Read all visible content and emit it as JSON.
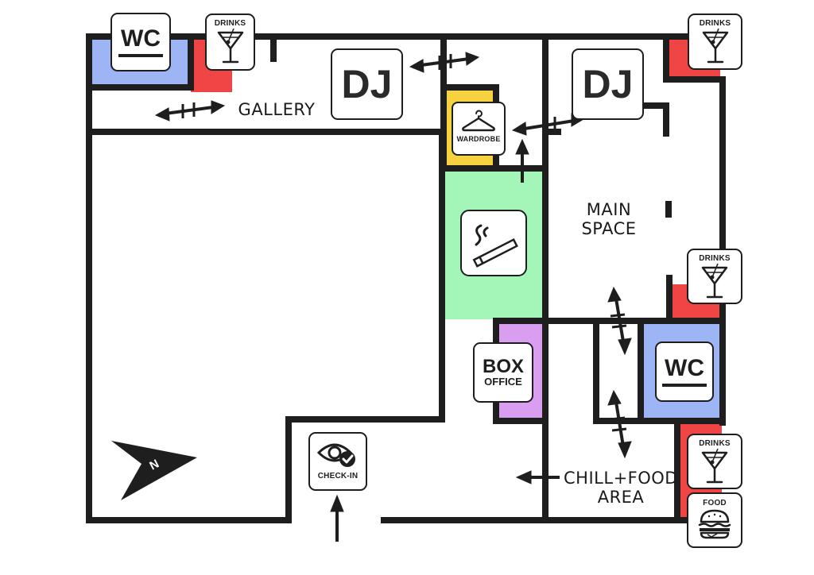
{
  "rooms": {
    "gallery": "GALLERY",
    "main_space_line1": "MAIN",
    "main_space_line2": "SPACE",
    "chill_line1": "CHILL+FOOD",
    "chill_line2": "AREA"
  },
  "badges": {
    "dj": "DJ",
    "wc": "WC",
    "drinks": "DRINKS",
    "food": "FOOD",
    "wardrobe": "WARDROBE",
    "box_office_line1": "BOX",
    "box_office_line2": "OFFICE",
    "check_in": "CHECK-IN",
    "no_smoking_icon": "no-smoking-icon",
    "north_arrow": "N"
  },
  "colors": {
    "wall": "#1e1e1e",
    "wc": "#9db4f5",
    "bar": "#f04545",
    "wardrobe": "#f7d240",
    "smoking": "#a4f5b8",
    "box_office": "#da9ef0"
  }
}
